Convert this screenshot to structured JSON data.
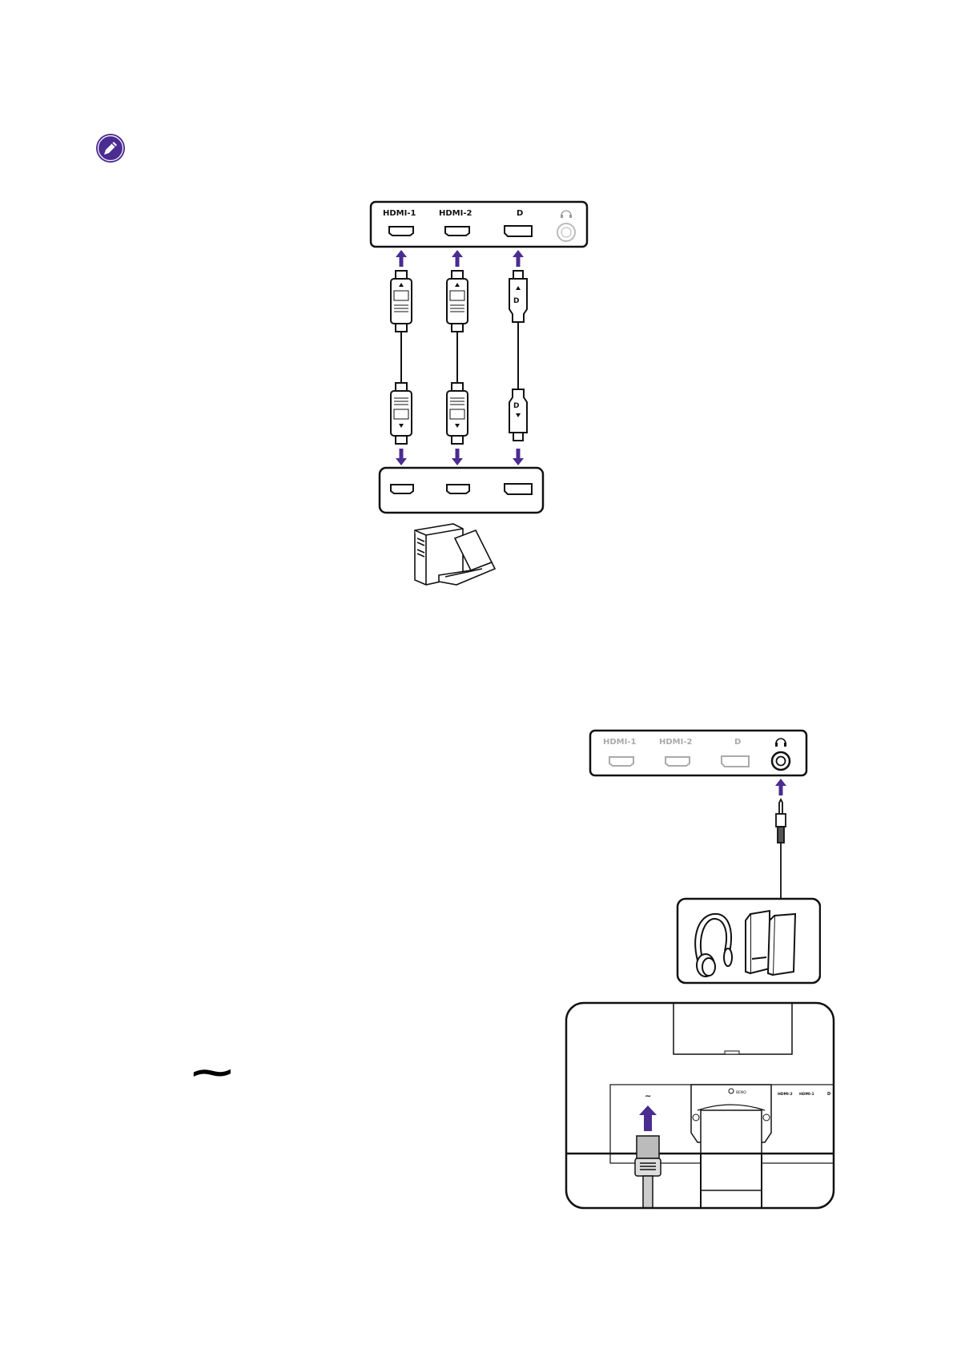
{
  "note": {
    "icon": "pencil-note-icon",
    "color": "#4b2c91"
  },
  "figure1": {
    "ports": {
      "hdmi1": "HDMI-1",
      "hdmi2": "HDMI-2",
      "dp": "D",
      "headphone_icon": "headphone-icon"
    },
    "arrow_color": "#4b2c91",
    "pc_icon": "computer-and-laptop-icon"
  },
  "figure2": {
    "ports": {
      "hdmi1": "HDMI-1",
      "hdmi2": "HDMI-2",
      "dp": "D",
      "headphone_icon": "headphone-icon"
    },
    "devices": [
      "headphones-icon",
      "speakers-icon"
    ]
  },
  "ac_symbol": "~",
  "figure3": {
    "ac_label": "~",
    "hdmi_small": [
      "HDMI-2",
      "HDMI-1"
    ],
    "stand_label": "BENQ"
  }
}
